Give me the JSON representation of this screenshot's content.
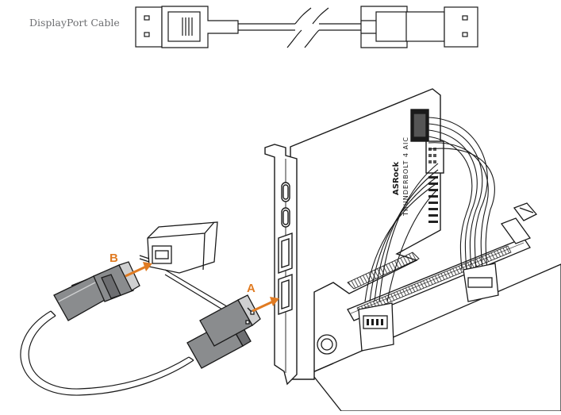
{
  "legend": {
    "cable_label": "DisplayPort Cable"
  },
  "callouts": {
    "a_label": "A",
    "b_label": "B"
  },
  "card": {
    "brand_text": "ASRock",
    "product_text": "THUNDERBOLT 4 AIC"
  },
  "colors": {
    "callout": "#e07b22",
    "line": "#1a1a1a",
    "connector_fill": "#8a8c8e",
    "connector_light": "#cfd0d1",
    "card_fill": "#ffffff"
  }
}
